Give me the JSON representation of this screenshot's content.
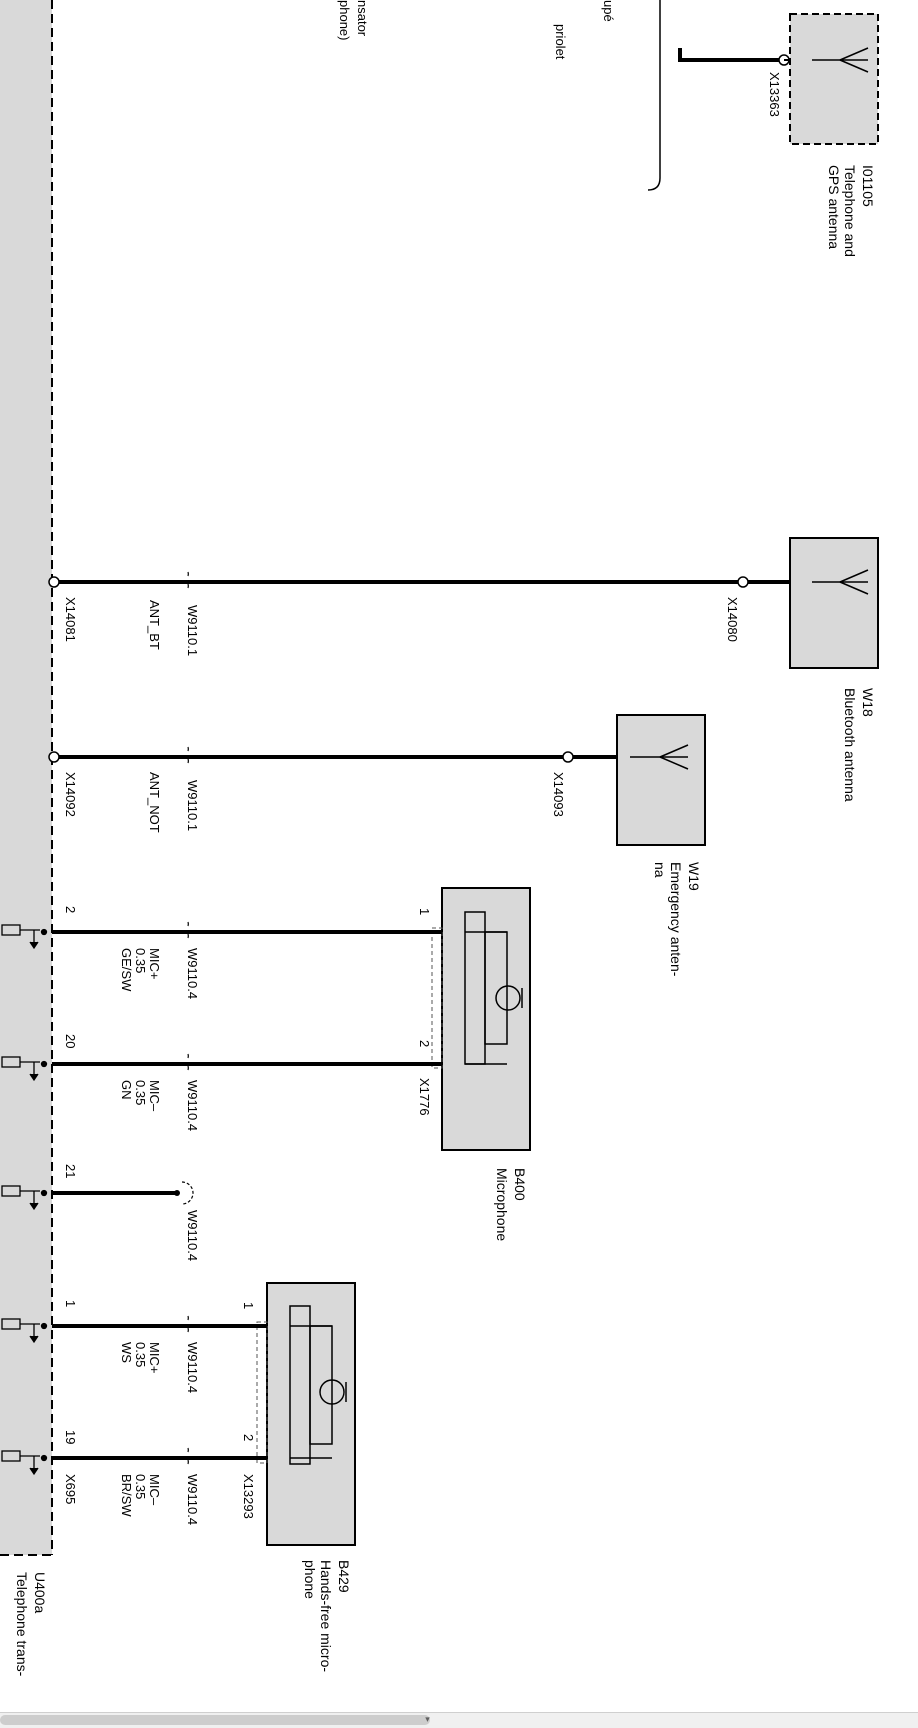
{
  "module": {
    "id": "U400a",
    "name": "Telephone trans-",
    "partial_texts": [
      "nsator",
      "phone)",
      "upé",
      "priolet"
    ]
  },
  "components": {
    "telephone_gps_antenna": {
      "id": "I01105",
      "name": "Telephone and\nGPS antenna",
      "connector": "X13363"
    },
    "bluetooth_antenna": {
      "id": "W18",
      "name": "Bluetooth antenna",
      "connector": "X14080"
    },
    "emergency_antenna": {
      "id": "W19",
      "name": "Emergency anten-\nna",
      "connector": "X14093"
    },
    "microphone": {
      "id": "B400",
      "name": "Microphone",
      "connector": "X1776"
    },
    "handsfree_microphone": {
      "id": "B429",
      "name": "Hands-free micro-\nphone",
      "connector": "X13293"
    }
  },
  "wires": [
    {
      "name": "ant_bt",
      "signal": "ANT_BT",
      "harness": "W9110.1",
      "module_connector": "X14081"
    },
    {
      "name": "ant_not",
      "signal": "ANT_NOT",
      "harness": "W9110.1",
      "module_connector": "X14092"
    },
    {
      "name": "mic1_plus",
      "module_pin": "2",
      "component_pin": "1",
      "signal": "MIC+",
      "size": "0.35",
      "color": "GE/SW",
      "harness": "W9110.4"
    },
    {
      "name": "mic1_minus",
      "module_pin": "20",
      "component_pin": "2",
      "signal": "MIC–",
      "size": "0.35",
      "color": "GN",
      "harness": "W9110.4"
    },
    {
      "name": "spare_21",
      "module_pin": "21",
      "harness": "W9110.4"
    },
    {
      "name": "mic2_plus",
      "module_pin": "1",
      "component_pin": "1",
      "signal": "MIC+",
      "size": "0.35",
      "color": "WS",
      "harness": "W9110.4"
    },
    {
      "name": "mic2_minus",
      "module_pin": "19",
      "component_pin": "2",
      "signal": "MIC–",
      "size": "0.35",
      "color": "BR/SW",
      "harness": "W9110.4",
      "module_connector": "X695"
    }
  ],
  "colors": {
    "box_fill": "#d9d9d9",
    "wire": "#000000",
    "dashed_line": "#888888"
  }
}
